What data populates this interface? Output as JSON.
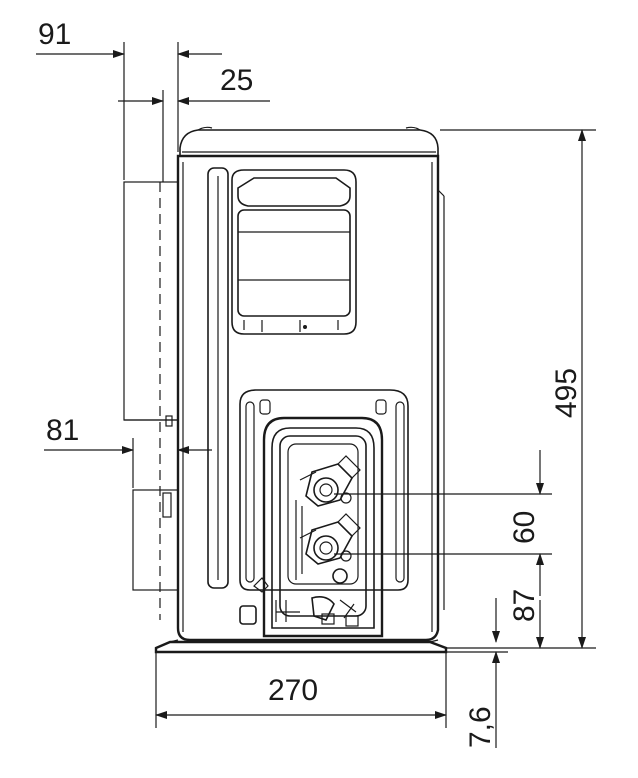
{
  "dimensions": {
    "offset_top_outer": "91",
    "offset_top_inner": "25",
    "offset_mid": "81",
    "overall_height": "495",
    "pipe_spacing": "60",
    "pipe_height": "87",
    "base_width": "270",
    "foot_height": "7,6"
  }
}
